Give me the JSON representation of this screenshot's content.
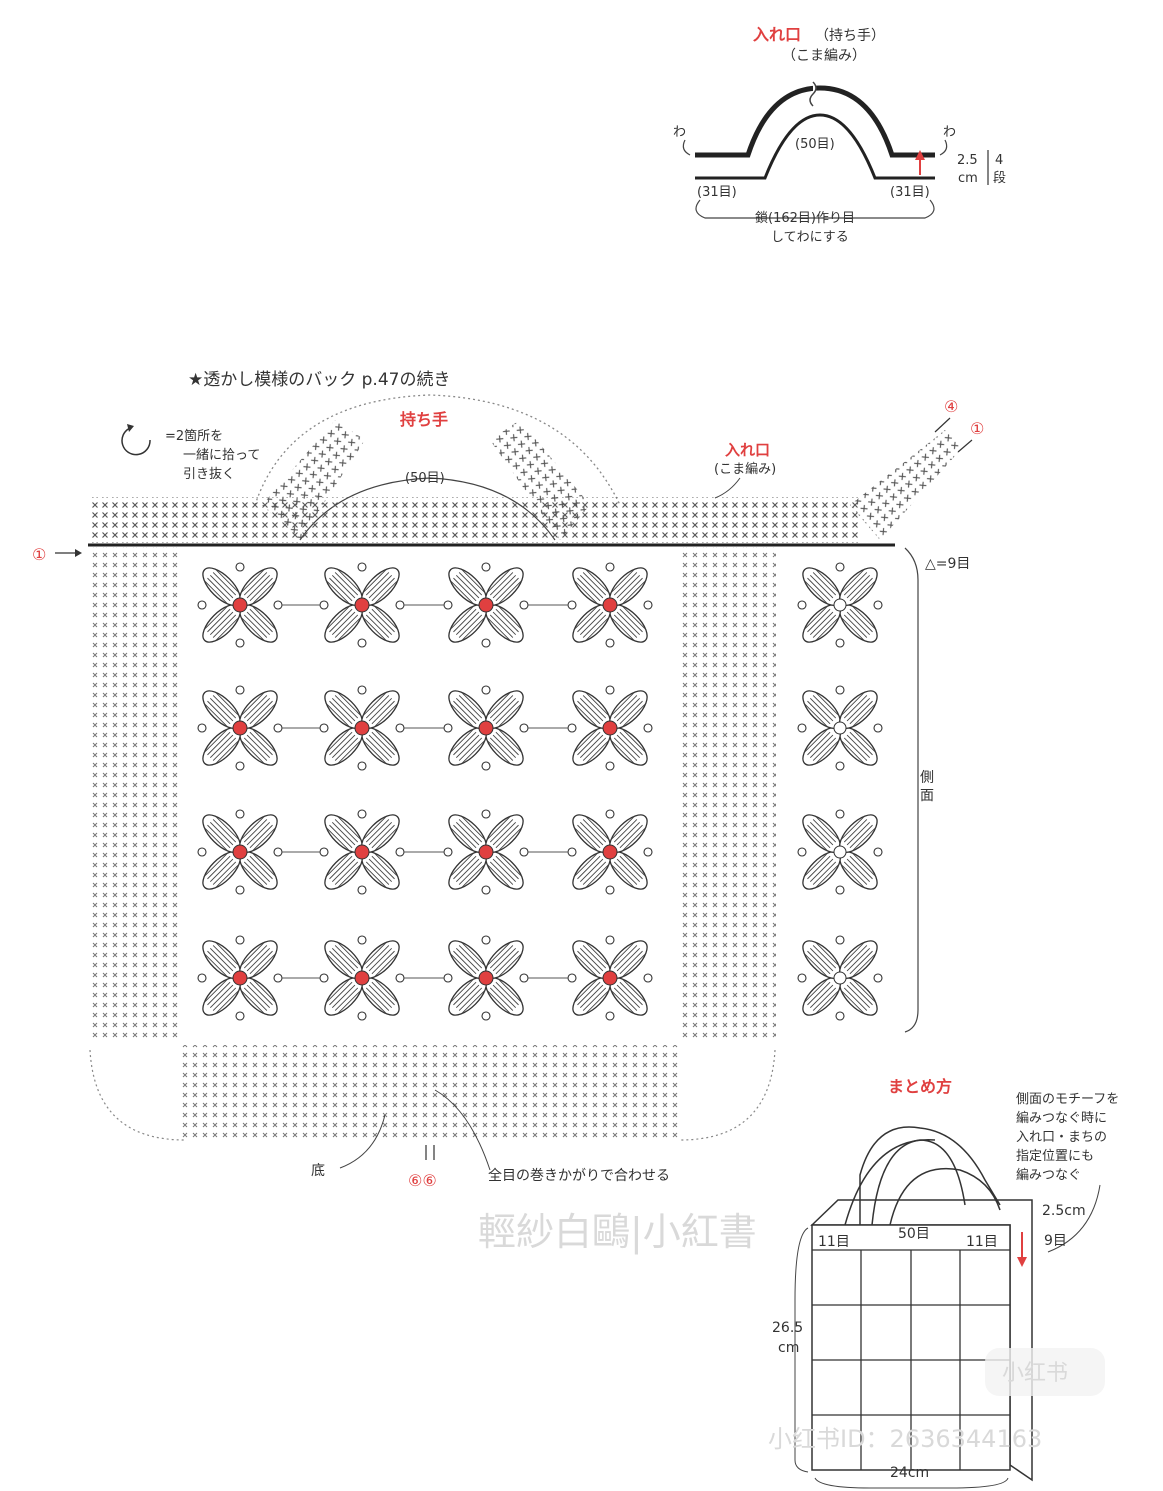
{
  "colors": {
    "accent": "#e04040",
    "ink": "#333333",
    "watermark": "#d9d9d9"
  },
  "handle_detail": {
    "title": "入れ口",
    "title_note": "（持ち手）",
    "subtitle": "（こま編み）",
    "left_wa": "わ",
    "right_wa": "わ",
    "handle_stitches": "(50目)",
    "left_stitches": "(31目)",
    "right_stitches": "(31目)",
    "height_cm_value": "2.5",
    "height_cm_unit": "cm",
    "rows_value": "4",
    "rows_unit": "段",
    "chain_line1": "鎖(162目)作り目",
    "chain_line2": "してわにする"
  },
  "main": {
    "heading": "★透かし模様のバック p.47の続き",
    "legend_line1": "=2箇所を",
    "legend_line2": "一緒に拾って",
    "legend_line3": "引き抜く",
    "handle_label": "持ち手",
    "handle_stitches": "(50目)",
    "opening_label": "入れ口",
    "opening_sub": "(こま編み)",
    "marker_1": "①",
    "marker_4": "④",
    "triangle_note": "△=9目",
    "side_label_1": "側",
    "side_label_2": "面",
    "bottom_label": "底",
    "bottom_marker": "⑥⑥",
    "join_note": "全目の巻きかがりで合わせる"
  },
  "finishing": {
    "title": "まとめ方",
    "note_line1": "側面のモチーフを",
    "note_line2": "編みつなぐ時に",
    "note_line3": "入れ口・まちの",
    "note_line4": "指定位置にも",
    "note_line5": "編みつなぐ",
    "handle_stitches": "50目",
    "left_stitches": "11目",
    "right_stitches": "11目",
    "top_cm": "2.5cm",
    "side_stitches": "9目",
    "height_value": "26.5",
    "height_unit": "cm",
    "width": "24cm"
  },
  "watermark": {
    "text": "輕紗白鷗|小紅書",
    "logo": "小红书",
    "id_text": "小红书ID：2636344163"
  }
}
